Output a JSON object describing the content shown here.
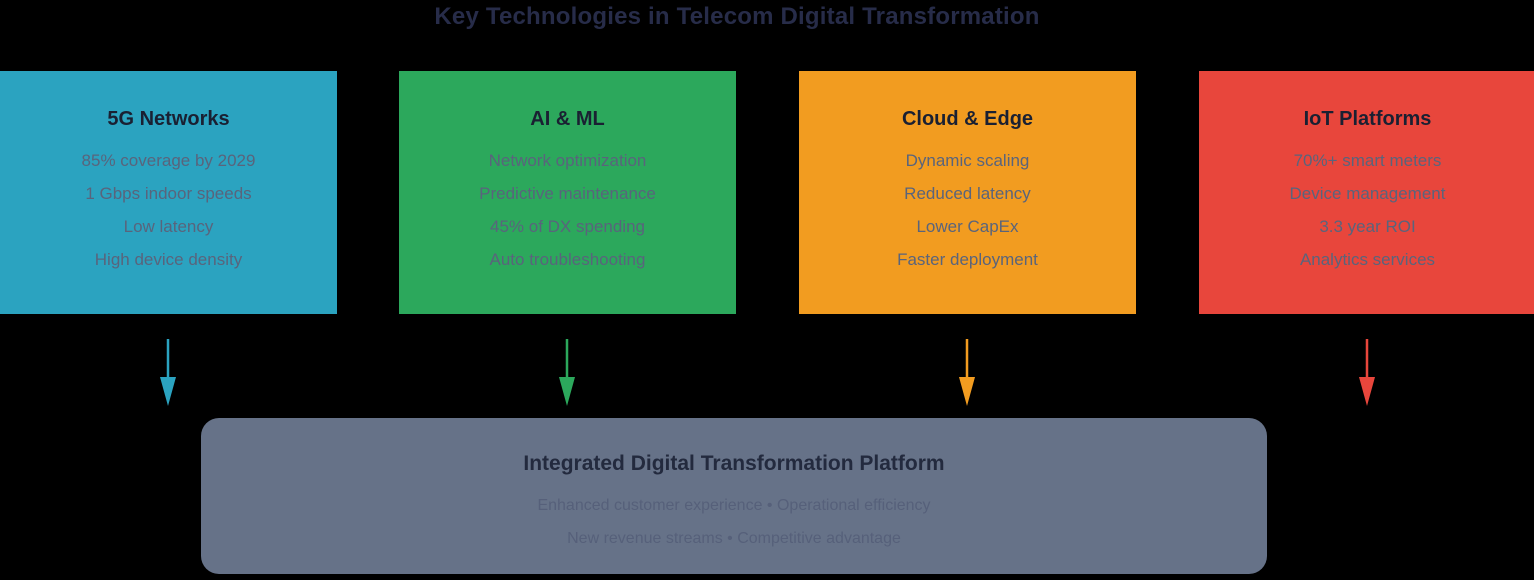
{
  "title": "Key Technologies in Telecom Digital Transformation",
  "colors": {
    "background": "#000000",
    "title_text": "#272C49",
    "card_title_text": "#1A2032",
    "card_item_text": "#59647C",
    "platform_bg": "#667288",
    "platform_title_text": "#232A3E",
    "platform_item_text": "#56607A"
  },
  "cards": [
    {
      "title": "5G Networks",
      "color": "#2BA3C0",
      "items": [
        "85% coverage by 2029",
        "1 Gbps indoor speeds",
        "Low latency",
        "High device density"
      ]
    },
    {
      "title": "AI & ML",
      "color": "#2CA85C",
      "items": [
        "Network optimization",
        "Predictive maintenance",
        "45% of DX spending",
        "Auto troubleshooting"
      ]
    },
    {
      "title": "Cloud & Edge",
      "color": "#F29C20",
      "items": [
        "Dynamic scaling",
        "Reduced latency",
        "Lower CapEx",
        "Faster deployment"
      ]
    },
    {
      "title": "IoT Platforms",
      "color": "#E8463C",
      "items": [
        "70%+ smart meters",
        "Device management",
        "3.3 year ROI",
        "Analytics services"
      ]
    }
  ],
  "platform": {
    "title": "Integrated Digital Transformation Platform",
    "lines": [
      "Enhanced customer experience • Operational efficiency",
      "New revenue streams • Competitive advantage"
    ]
  }
}
